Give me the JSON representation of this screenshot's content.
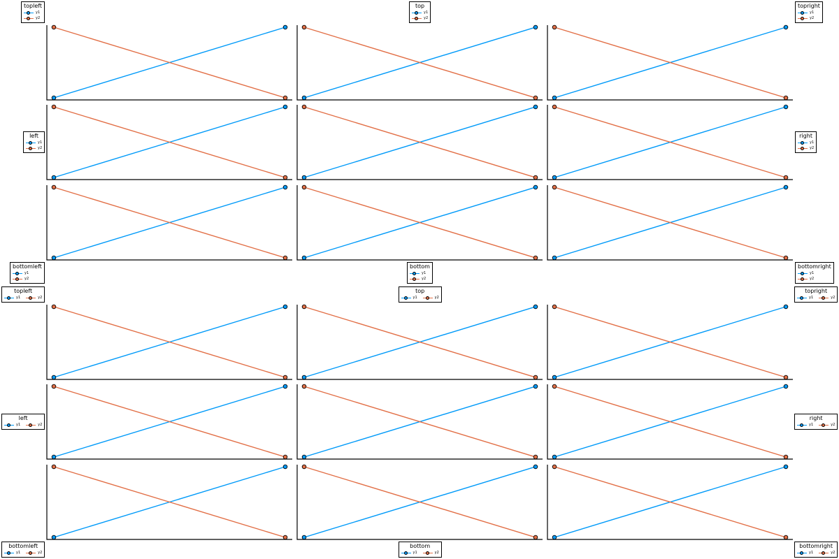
{
  "colors": {
    "background": "#ffffff",
    "axis": "#000000",
    "series_y1": "#009af9",
    "series_y2": "#e26f46",
    "marker_stroke": "#000000"
  },
  "chart_data": {
    "type": "line",
    "x": [
      1,
      2
    ],
    "series": [
      {
        "name": "y1",
        "values": [
          1,
          2
        ],
        "color": "#009af9",
        "marker": "circle"
      },
      {
        "name": "y2",
        "values": [
          2,
          1
        ],
        "color": "#e26f46",
        "marker": "circle"
      }
    ],
    "grid": false,
    "ticks_shown": false,
    "panels": [
      {
        "group": "vertical-legends",
        "legend": "topleft",
        "legend_title": "topleft",
        "legend_placement": "outer top-left",
        "legend_layout": "vertical"
      },
      {
        "group": "vertical-legends",
        "legend": "top",
        "legend_title": "top",
        "legend_placement": "outer top",
        "legend_layout": "vertical"
      },
      {
        "group": "vertical-legends",
        "legend": "topright",
        "legend_title": "topright",
        "legend_placement": "outer top-right",
        "legend_layout": "vertical"
      },
      {
        "group": "vertical-legends",
        "legend": "left",
        "legend_title": "left",
        "legend_placement": "outer left",
        "legend_layout": "vertical"
      },
      {
        "group": "vertical-legends",
        "legend": "none",
        "legend_title": "",
        "legend_placement": "none",
        "legend_layout": "vertical"
      },
      {
        "group": "vertical-legends",
        "legend": "right",
        "legend_title": "right",
        "legend_placement": "outer right",
        "legend_layout": "vertical"
      },
      {
        "group": "vertical-legends",
        "legend": "bottomleft",
        "legend_title": "bottomleft",
        "legend_placement": "outer bottom-left",
        "legend_layout": "vertical"
      },
      {
        "group": "vertical-legends",
        "legend": "bottom",
        "legend_title": "bottom",
        "legend_placement": "outer bottom",
        "legend_layout": "vertical"
      },
      {
        "group": "vertical-legends",
        "legend": "bottomright",
        "legend_title": "bottomright",
        "legend_placement": "outer bottom-right",
        "legend_layout": "vertical"
      },
      {
        "group": "horizontal-legends",
        "legend": "topleft",
        "legend_title": "topleft",
        "legend_placement": "outer top-left",
        "legend_layout": "horizontal"
      },
      {
        "group": "horizontal-legends",
        "legend": "top",
        "legend_title": "top",
        "legend_placement": "outer top",
        "legend_layout": "horizontal"
      },
      {
        "group": "horizontal-legends",
        "legend": "topright",
        "legend_title": "topright",
        "legend_placement": "outer top-right",
        "legend_layout": "horizontal"
      },
      {
        "group": "horizontal-legends",
        "legend": "left",
        "legend_title": "left",
        "legend_placement": "outer left",
        "legend_layout": "horizontal"
      },
      {
        "group": "horizontal-legends",
        "legend": "none",
        "legend_title": "",
        "legend_placement": "none",
        "legend_layout": "horizontal"
      },
      {
        "group": "horizontal-legends",
        "legend": "right",
        "legend_title": "right",
        "legend_placement": "outer right",
        "legend_layout": "horizontal"
      },
      {
        "group": "horizontal-legends",
        "legend": "bottomleft",
        "legend_title": "bottomleft",
        "legend_placement": "outer bottom-left",
        "legend_layout": "horizontal"
      },
      {
        "group": "horizontal-legends",
        "legend": "bottom",
        "legend_title": "bottom",
        "legend_placement": "outer bottom",
        "legend_layout": "horizontal"
      },
      {
        "group": "horizontal-legends",
        "legend": "bottomright",
        "legend_title": "bottomright",
        "legend_placement": "outer bottom-right",
        "legend_layout": "horizontal"
      }
    ]
  }
}
